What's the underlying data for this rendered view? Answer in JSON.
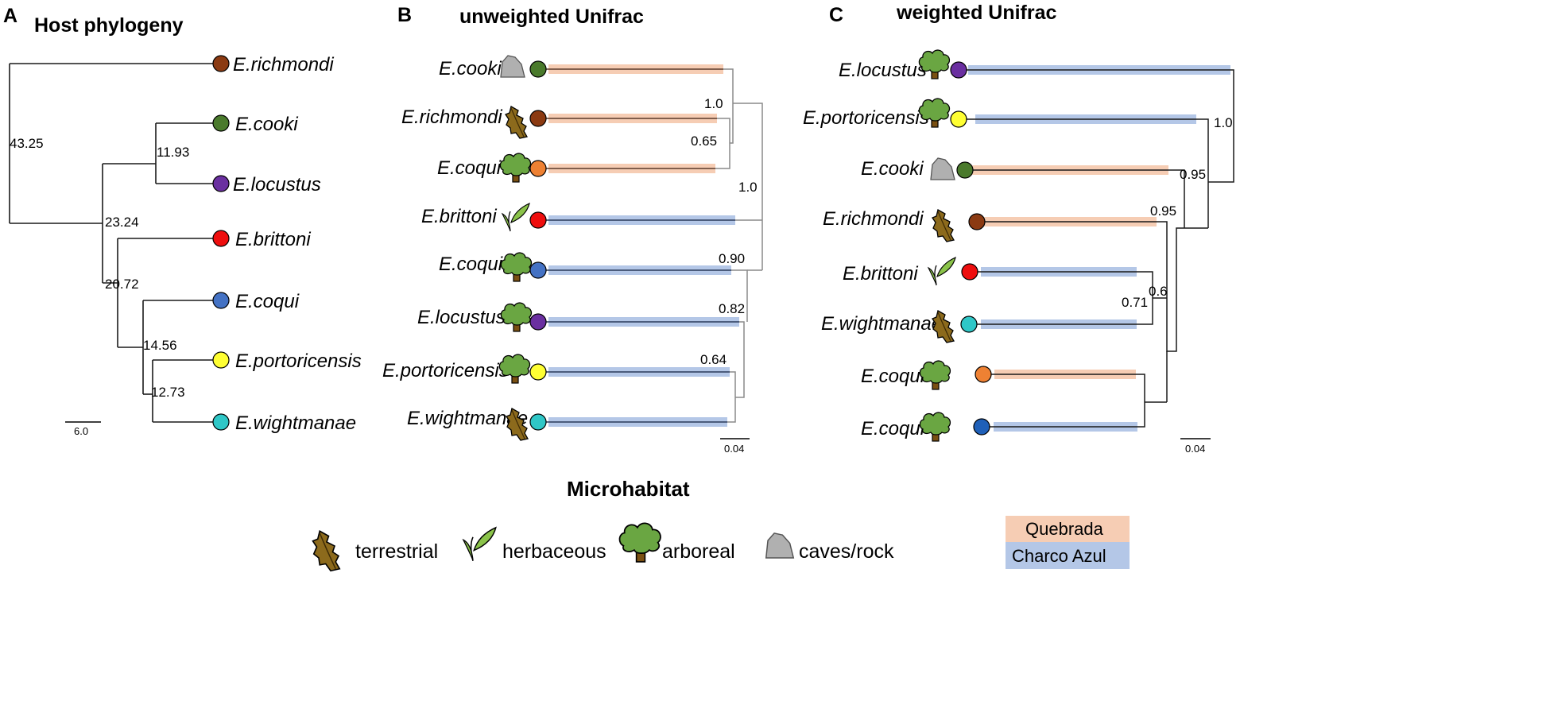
{
  "colors": {
    "branch": "#1a1a1a",
    "branch_grey": "#8a8a8a",
    "quebrada": "#f6cdb4",
    "charco_azul": "#b4c7e7",
    "tree_green": "#6aa642",
    "trunk_brown": "#7a5012",
    "leaf_brown": "#8c6a1c",
    "herb_green": "#8bc34a",
    "rock_grey": "#b0b0b0"
  },
  "species_colors": {
    "E.richmondi": "#8b3a12",
    "E.cooki": "#4a7a2c",
    "E.locustus": "#6a2fa0",
    "E.brittoni": "#ee0e0e",
    "E.coqui": "#4472c4",
    "E.coqui_q": "#ee8133",
    "E.coqui_b": "#1f60b8",
    "E.portoricensis": "#ffff33",
    "E.wightmanae": "#2fc7c7"
  },
  "panelA": {
    "letter": "A",
    "title": "Host phylogeny",
    "scale_label": "6.0",
    "taxa": [
      "E.richmondi",
      "E.cooki",
      "E.locustus",
      "E.brittoni",
      "E.coqui",
      "E.portoricensis",
      "E.wightmanae"
    ],
    "node_labels": [
      "43.25",
      "11.93",
      "23.24",
      "20.72",
      "14.56",
      "12.73"
    ]
  },
  "panelB": {
    "letter": "B",
    "title": "unweighted Unifrac",
    "scale_label": "0.04",
    "taxa": [
      {
        "name": "E.cooki",
        "habitat": "caves/rock",
        "dot": "E.cooki",
        "site": "Quebrada"
      },
      {
        "name": "E.richmondi",
        "habitat": "terrestrial",
        "dot": "E.richmondi",
        "site": "Quebrada"
      },
      {
        "name": "E.coqui",
        "habitat": "arboreal",
        "dot": "E.coqui_q",
        "site": "Quebrada"
      },
      {
        "name": "E.brittoni",
        "habitat": "herbaceous",
        "dot": "E.brittoni",
        "site": "Charco Azul"
      },
      {
        "name": "E.coqui",
        "habitat": "arboreal",
        "dot": "E.coqui",
        "site": "Charco Azul"
      },
      {
        "name": "E.locustus",
        "habitat": "arboreal",
        "dot": "E.locustus",
        "site": "Charco Azul"
      },
      {
        "name": "E.portoricensis",
        "habitat": "arboreal",
        "dot": "E.portoricensis",
        "site": "Charco Azul"
      },
      {
        "name": "E.wightmanae",
        "habitat": "terrestrial",
        "dot": "E.wightmanae",
        "site": "Charco Azul"
      }
    ],
    "node_labels": [
      "1.0",
      "0.65",
      "1.0",
      "0.90",
      "0.82",
      "0.64"
    ]
  },
  "panelC": {
    "letter": "C",
    "title": "weighted Unifrac",
    "scale_label": "0.04",
    "taxa": [
      {
        "name": "E.locustus",
        "habitat": "arboreal",
        "dot": "E.locustus",
        "site": "Charco Azul"
      },
      {
        "name": "E.portoricensis",
        "habitat": "arboreal",
        "dot": "E.portoricensis",
        "site": "Charco Azul"
      },
      {
        "name": "E.cooki",
        "habitat": "caves/rock",
        "dot": "E.cooki",
        "site": "Quebrada"
      },
      {
        "name": "E.richmondi",
        "habitat": "terrestrial",
        "dot": "E.richmondi",
        "site": "Quebrada"
      },
      {
        "name": "E.brittoni",
        "habitat": "herbaceous",
        "dot": "E.brittoni",
        "site": "Charco Azul"
      },
      {
        "name": "E.wightmanae",
        "habitat": "terrestrial",
        "dot": "E.wightmanae",
        "site": "Charco Azul"
      },
      {
        "name": "E.coqui",
        "habitat": "arboreal",
        "dot": "E.coqui_q",
        "site": "Quebrada"
      },
      {
        "name": "E.coqui",
        "habitat": "arboreal",
        "dot": "E.coqui_b",
        "site": "Charco Azul"
      }
    ],
    "node_labels": [
      "1.0",
      "0.95",
      "0.95",
      "0.6",
      "0.71"
    ]
  },
  "legend": {
    "title": "Microhabitat",
    "items": [
      {
        "label": "terrestrial",
        "icon": "leaf-litter-icon"
      },
      {
        "label": "herbaceous",
        "icon": "herb-leaf-icon"
      },
      {
        "label": "arboreal",
        "icon": "tree-icon"
      },
      {
        "label": "caves/rock",
        "icon": "rock-icon"
      }
    ],
    "sites": [
      {
        "label": "Quebrada",
        "color": "#f6cdb4"
      },
      {
        "label": "Charco Azul",
        "color": "#b4c7e7"
      }
    ]
  }
}
